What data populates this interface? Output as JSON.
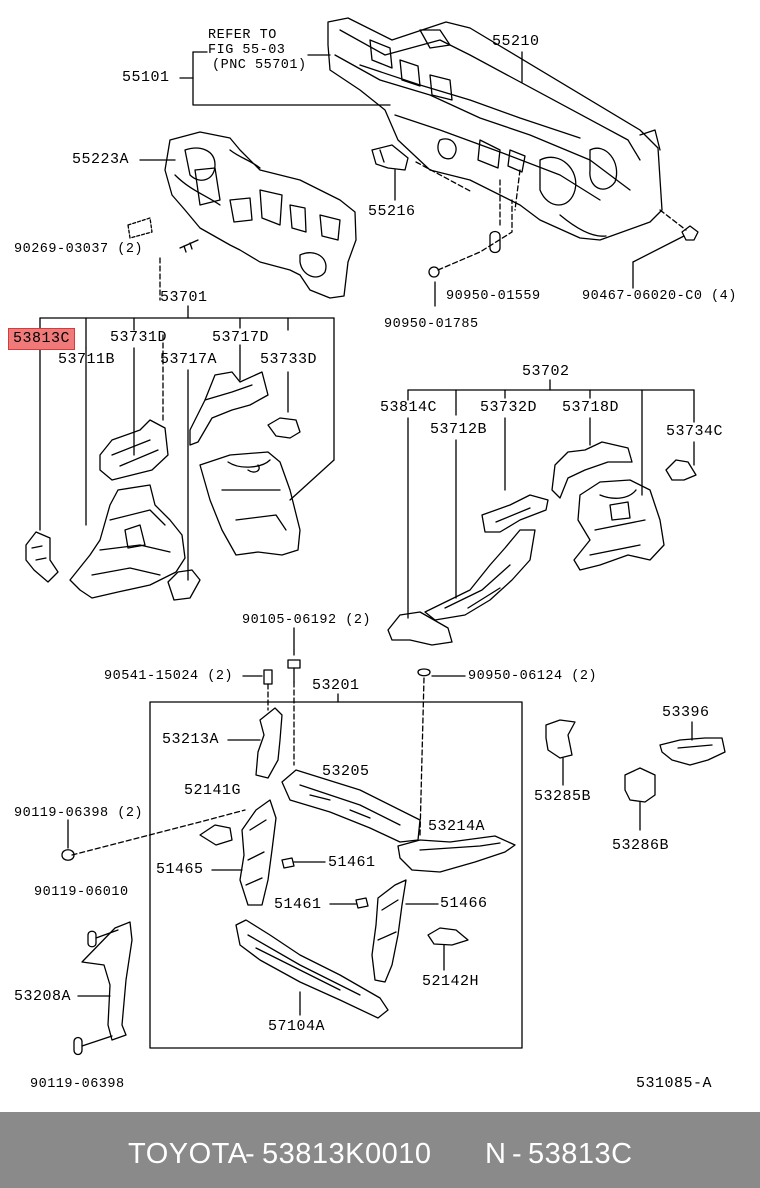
{
  "callouts": {
    "refer": [
      "REFER TO",
      "FIG 55-03",
      "(PNC 55701)"
    ],
    "p55101": "55101",
    "p55210": "55210",
    "p55223A": "55223A",
    "p55216": "55216",
    "p90269": "90269-03037 (2)",
    "p90950_01559": "90950-01559",
    "p90467": "90467-06020-C0 (4)",
    "p90950_01785": "90950-01785",
    "p53701": "53701",
    "p53813C": "53813C",
    "p53731D": "53731D",
    "p53717D": "53717D",
    "p53711B": "53711B",
    "p53717A": "53717A",
    "p53733D": "53733D",
    "p53702": "53702",
    "p53814C": "53814C",
    "p53732D": "53732D",
    "p53718D": "53718D",
    "p53712B": "53712B",
    "p53734C": "53734C",
    "p90105": "90105-06192 (2)",
    "p90541": "90541-15024 (2)",
    "p53201": "53201",
    "p90950_06124": "90950-06124 (2)",
    "p53213A": "53213A",
    "p53205": "53205",
    "p53396": "53396",
    "p90119_06398a": "90119-06398 (2)",
    "p52141G": "52141G",
    "p53214A": "53214A",
    "p53285B": "53285B",
    "p53286B": "53286B",
    "p51465": "51465",
    "p51461a": "51461",
    "p90119_06010": "90119-06010",
    "p51461b": "51461",
    "p51466": "51466",
    "p52142H": "52142H",
    "p53208A": "53208A",
    "p57104A": "57104A",
    "p90119_06398b": "90119-06398",
    "p531085A": "531085-A"
  },
  "highlight_color": "#f07a7a",
  "footer": {
    "brand": "TOYOTA",
    "sep1": "-",
    "part_number": "53813K0010",
    "index": "N",
    "sep2": "-",
    "ref_code": "53813C",
    "background": "#8a8a8a"
  }
}
